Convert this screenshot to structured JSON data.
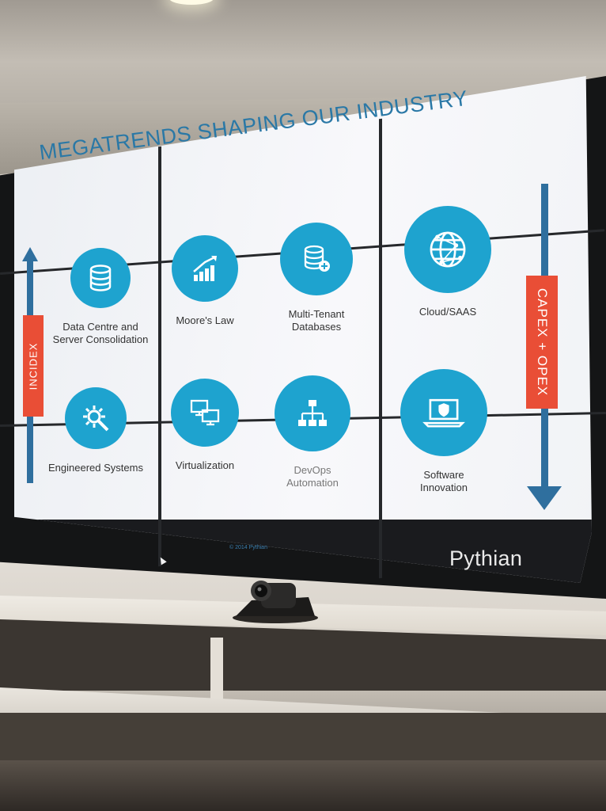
{
  "slide": {
    "title": "MEGATRENDS SHAPING OUR INDUSTRY",
    "left_axis_label": "INCIDEX",
    "right_axis_label": "CAPEX + OPEX",
    "copyright": "© 2014 Pythian",
    "brand": "Pythian",
    "trends": [
      {
        "icon": "database-icon",
        "label_lines": [
          "Data Centre and",
          "Server Consolidation"
        ]
      },
      {
        "icon": "growth-chart-icon",
        "label_lines": [
          "Moore's Law"
        ]
      },
      {
        "icon": "multi-database-icon",
        "label_lines": [
          "Multi-Tenant",
          "Databases"
        ]
      },
      {
        "icon": "globe-network-icon",
        "label_lines": [
          "Cloud/SAAS"
        ]
      },
      {
        "icon": "gear-wrench-icon",
        "label_lines": [
          "Engineered Systems"
        ]
      },
      {
        "icon": "monitors-icon",
        "label_lines": [
          "Virtualization"
        ]
      },
      {
        "icon": "org-chart-icon",
        "label_lines": [
          "DevOps",
          "Automation"
        ]
      },
      {
        "icon": "laptop-shield-icon",
        "label_lines": [
          "Software",
          "Innovation"
        ]
      }
    ]
  },
  "colors": {
    "icon_circle": "#1ea3cf",
    "title": "#2a78a6",
    "arrow": "#2f6f9e",
    "callout": "#e94e36"
  }
}
